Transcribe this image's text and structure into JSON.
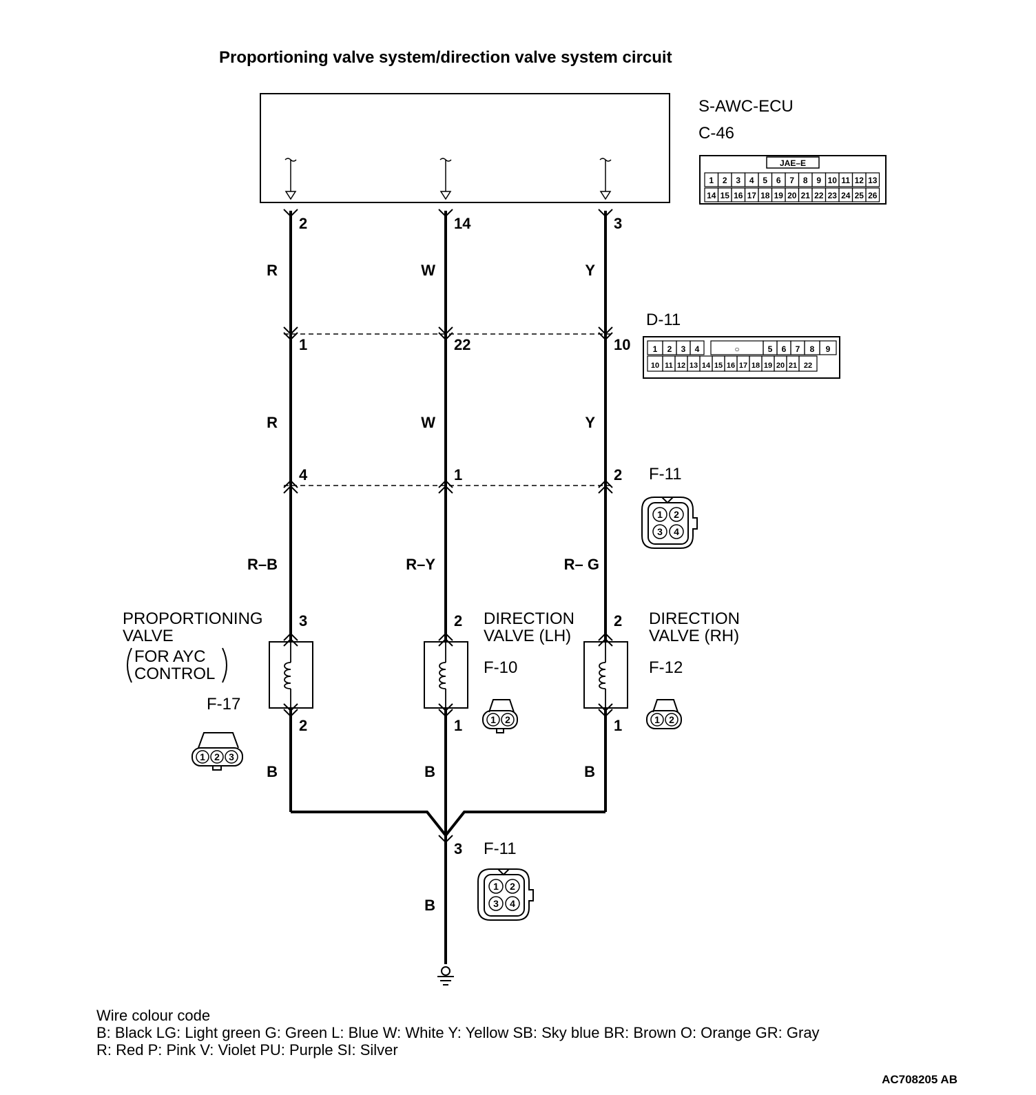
{
  "title": "Proportioning valve system/direction valve system circuit",
  "ecu": {
    "name": "S-AWC-ECU",
    "connector": "C-46",
    "connector_type": "JAE–E",
    "pins_row1": [
      "1",
      "2",
      "3",
      "4",
      "5",
      "6",
      "7",
      "8",
      "9",
      "10",
      "11",
      "12",
      "13"
    ],
    "pins_row2": [
      "14",
      "15",
      "16",
      "17",
      "18",
      "19",
      "20",
      "21",
      "22",
      "23",
      "24",
      "25",
      "26"
    ]
  },
  "d11": {
    "name": "D-11",
    "pins_row1": [
      "1",
      "2",
      "3",
      "4",
      "○",
      "5",
      "6",
      "7",
      "8",
      "9"
    ],
    "pins_row2": [
      "10",
      "11",
      "12",
      "13",
      "14",
      "15",
      "16",
      "17",
      "18",
      "19",
      "20",
      "21",
      "22"
    ]
  },
  "f11_label": "F-11",
  "f11_pins": [
    "1",
    "2",
    "3",
    "4"
  ],
  "f11b_label": "F-11",
  "f17_label": "F-17",
  "f17_pins": [
    "1",
    "2",
    "3"
  ],
  "f10_label": "F-10",
  "f12_label": "F-12",
  "two_pins": [
    "1",
    "2"
  ],
  "wires": {
    "left": {
      "ecu_pin": "2",
      "color1": "R",
      "d11_pin": "1",
      "color2": "R",
      "f11_pin": "4",
      "color3": "R–B",
      "valve_top_pin": "3",
      "valve_bot_pin": "2",
      "color4": "B"
    },
    "middle": {
      "ecu_pin": "14",
      "color1": "W",
      "d11_pin": "22",
      "color2": "W",
      "f11_pin": "1",
      "color3": "R–Y",
      "valve_top_pin": "2",
      "valve_bot_pin": "1",
      "color4": "B"
    },
    "right": {
      "ecu_pin": "3",
      "color1": "Y",
      "d11_pin": "10",
      "color2": "Y",
      "f11_pin": "2",
      "color3": "R– G",
      "valve_top_pin": "2",
      "valve_bot_pin": "1",
      "color4": "B"
    }
  },
  "ground": {
    "pin": "3",
    "color": "B"
  },
  "valves": {
    "proportioning": {
      "line1": "PROPORTIONING",
      "line2": "VALVE",
      "paren1": "FOR AYC",
      "paren2": "CONTROL"
    },
    "lh": {
      "line1": "DIRECTION",
      "line2": "VALVE (LH)"
    },
    "rh": {
      "line1": "DIRECTION",
      "line2": "VALVE (RH)"
    }
  },
  "legend": {
    "heading": "Wire colour code",
    "line1": "B: Black  LG: Light green  G: Green  L: Blue  W: White  Y: Yellow  SB: Sky blue  BR: Brown  O: Orange  GR: Gray",
    "line2": "R: Red  P: Pink  V: Violet  PU: Purple  SI: Silver"
  },
  "figure_id": "AC708205 AB"
}
